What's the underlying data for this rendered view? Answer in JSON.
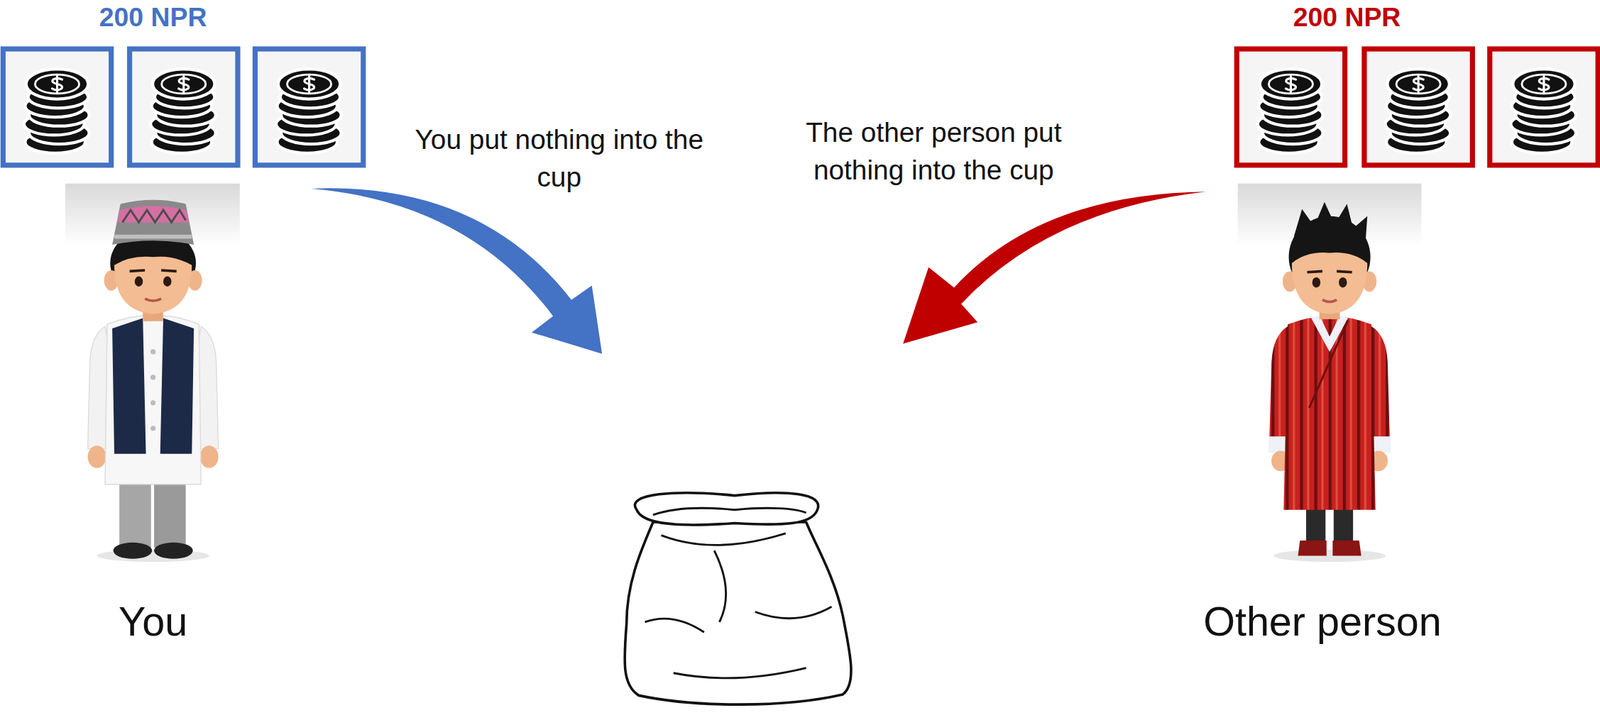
{
  "diagram": {
    "labels": [
      "200 NPR",
      "You put nothing into the cup",
      "The other person put nothing into the cup",
      "200 NPR",
      "You",
      "Other person"
    ]
  }
}
